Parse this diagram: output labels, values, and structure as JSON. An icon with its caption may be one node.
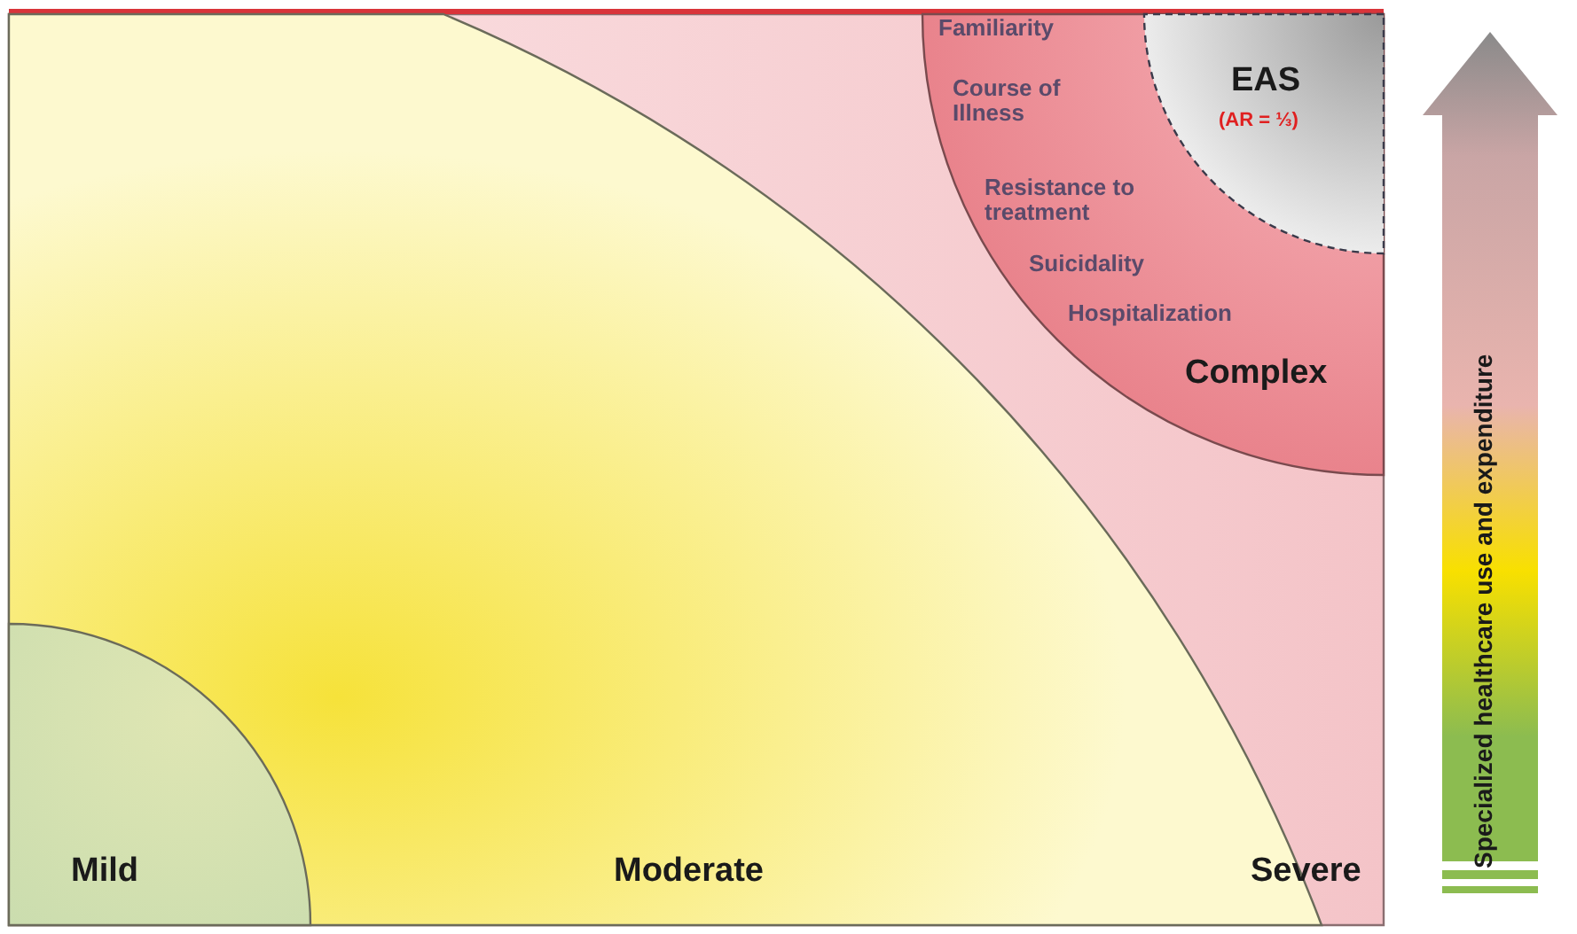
{
  "diagram": {
    "nodes": [
      {
        "text": [
          "Severe"
        ]
      },
      {
        "text": [
          "Moderate"
        ],
        "in": 0
      },
      {
        "text": [
          "Mild"
        ],
        "in": 1
      },
      {
        "text": [
          "Familiarity",
          "Course of Illness",
          "Resistance to treatment",
          "Suicidality",
          "Hospitalization",
          "Complex"
        ],
        "in": 0
      },
      {
        "text": [
          "EAS",
          "(AR = ⅓)"
        ],
        "in": 3
      },
      {
        "text": [
          "Specialized healthcare use and expenditure"
        ]
      }
    ]
  }
}
